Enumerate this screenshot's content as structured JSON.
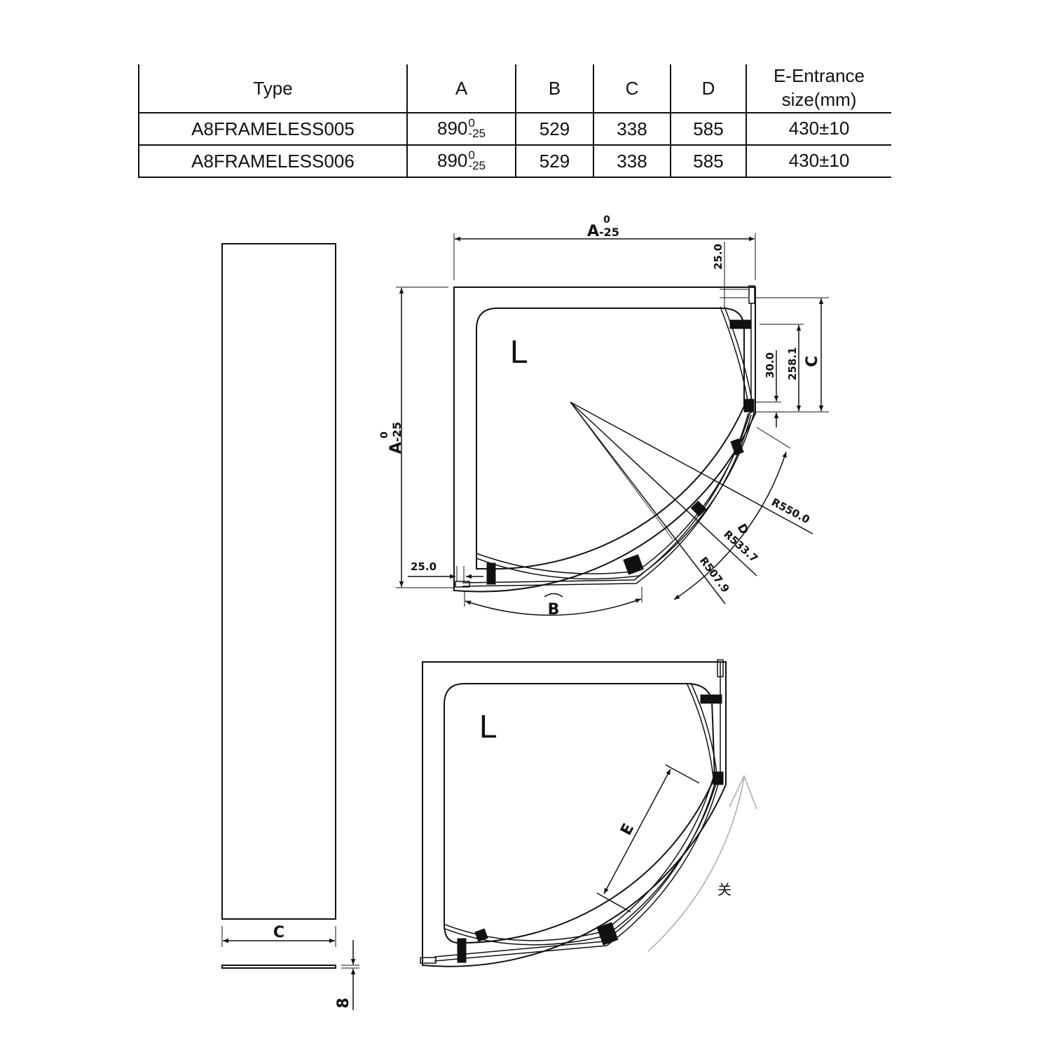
{
  "spec_table": {
    "headers": {
      "type": "Type",
      "a": "A",
      "b": "B",
      "c": "C",
      "d": "D",
      "e_line1": "E-Entrance",
      "e_line2": "size(mm)"
    },
    "rows": [
      {
        "type": "A8FRAMELESS005",
        "a_value": "890",
        "a_tol_upper": "0",
        "a_tol_lower": "-25",
        "b": "529",
        "c": "338",
        "d": "585",
        "e": "430±10"
      },
      {
        "type": "A8FRAMELESS006",
        "a_value": "890",
        "a_tol_upper": "0",
        "a_tol_lower": "-25",
        "b": "529",
        "c": "338",
        "d": "585",
        "e": "430±10"
      }
    ]
  },
  "plan_view_top": {
    "width_label": "A",
    "width_tol_upper": "0",
    "width_tol_lower": "-25",
    "depth_label": "A",
    "depth_tol_upper": "0",
    "depth_tol_lower": "-25",
    "hand_label": "L",
    "dim_top_offset": "25.0",
    "dim_bottom_offset": "25.0",
    "dim_30": "30.0",
    "dim_258": "258.1",
    "dim_c": "C",
    "arc_b": "B",
    "arc_d": "D",
    "radius_outer": "R550.0",
    "radius_mid": "R533.7",
    "radius_inner": "R507.9"
  },
  "plan_view_bottom": {
    "hand_label": "L",
    "entrance_label": "E",
    "close_label": "关"
  },
  "side_panel": {
    "width_label": "C",
    "thickness_label": "8"
  },
  "colors": {
    "line": "#111111",
    "arrow_gray": "#aaaaaa",
    "background": "#ffffff"
  }
}
